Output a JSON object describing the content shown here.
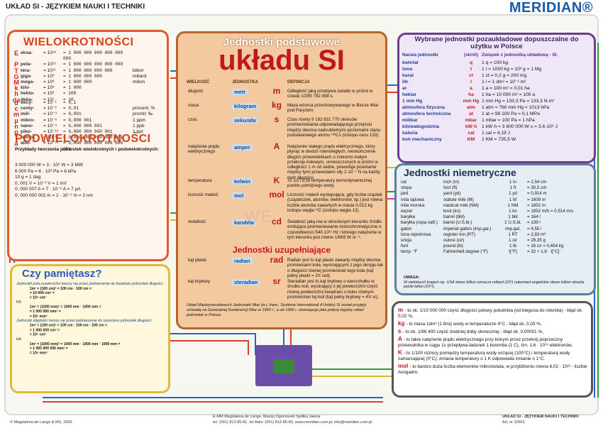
{
  "header": {
    "title": "UKŁAD SI - JĘZYKIEM NAUKI I TECHNIKI",
    "brand": "MERIDIAN®"
  },
  "multi": {
    "title": "WIELOKROTNOŚCI",
    "items": [
      {
        "l": "E",
        "name": "eksa-",
        "pow": "10¹⁸",
        "val": "1 000 000 000 000 000 000",
        "word": ""
      },
      {
        "l": "P",
        "name": "peta-",
        "pow": "10¹⁵",
        "val": "1 000 000 000 000 000",
        "word": ""
      },
      {
        "l": "T",
        "name": "tera-",
        "pow": "10¹²",
        "val": "1 000 000 000 000",
        "word": "bilion"
      },
      {
        "l": "G",
        "name": "giga-",
        "pow": "10⁹",
        "val": "1 000 000 000",
        "word": "miliard"
      },
      {
        "l": "M",
        "name": "mega-",
        "pow": "10⁶",
        "val": "1 000 000",
        "word": "milion"
      },
      {
        "l": "k",
        "name": "kilo-",
        "pow": "10³",
        "val": "1 000",
        "word": ""
      },
      {
        "l": "h",
        "name": "hekto-",
        "pow": "10²",
        "val": "100",
        "word": ""
      },
      {
        "l": "da",
        "name": "deka-",
        "pow": "10¹",
        "val": "10",
        "word": ""
      }
    ],
    "sub_items": [
      {
        "l": "d",
        "name": "decy-",
        "pow": "10⁻¹",
        "val": "0,1",
        "word": ""
      },
      {
        "l": "c",
        "name": "centy-",
        "pow": "10⁻²",
        "val": "0,01",
        "word": "procent; %"
      },
      {
        "l": "m",
        "name": "mili-",
        "pow": "10⁻³",
        "val": "0,001",
        "word": "promil; ‰"
      },
      {
        "l": "µ",
        "name": "mikro-",
        "pow": "10⁻⁶",
        "val": "0,000 001",
        "word": "1 ppm"
      },
      {
        "l": "n",
        "name": "nano-",
        "pow": "10⁻⁹",
        "val": "0,000 000 001",
        "word": "1 ppb"
      },
      {
        "l": "p",
        "name": "piko-",
        "pow": "10⁻¹²",
        "val": "0,000 000 000 001",
        "word": "1 ppt"
      },
      {
        "l": "f",
        "name": "femto-",
        "pow": "10⁻¹⁵",
        "val": "0,000 000 000 000 001",
        "word": ""
      },
      {
        "l": "a",
        "name": "atto-",
        "pow": "10⁻¹⁸",
        "val": "0,000 000 000 000 000 001",
        "word": ""
      }
    ],
    "sub_title": "PODWIELOKROTNOŚCI",
    "examples_title": "Przykłady tworzenia jednostek wielokrotnych i podwielokrotnych:",
    "examples": [
      "3 000 000 W = 3 · 10⁶ W = 3 MW",
      "6 000 Pa = 6 · 10³ Pa = 6 kPa",
      "10 g = 1 dag",
      "0, 001 V = 10⁻³ V = 1 mV",
      "0, 000 007 A = 7 · 10⁻⁶ A = 7 µA",
      "0, 000 000 002 m = 2 · 10⁻⁹ m = 2 nm"
    ]
  },
  "main": {
    "title_small": "Jednostki podstawowe",
    "title_big": "układu SI",
    "col_q": "WIELKOŚĆ",
    "col_u": "JEDNOSTKA",
    "col_d": "DEFINICJA",
    "rows": [
      {
        "q": "długość",
        "u": "metr",
        "s": "m",
        "d": "Odległość jaką przebywa światło w próżni w czasie 1/299 792 458 s."
      },
      {
        "q": "masa",
        "u": "kilogram",
        "s": "kg",
        "d": "Masa wzorca przechowywanego w Biurze Miar pod Paryżem."
      },
      {
        "q": "czas",
        "u": "sekunda",
        "s": "s",
        "d": "Czas równy 9 192 631 770 okresów promieniowania odpowiadającego przejściu między dwoma nadsubtelnymi poziomami stanu podstawowego atomu ¹³³Cs (izotopu cezu 133)."
      },
      {
        "q": "natężenie prądu elektrycznego",
        "u": "amper",
        "s": "A",
        "d": "Natężenie stałego prądu elektrycznego, który płynąc w dwóch równoległych, nieskończenie długich przewodnikach o znikomo małym przekroju kołowym, umieszczonych w próżni w odległości 1 m od siebie, powoduje powstanie między tymi przewodami siły 2·10⁻⁷ N na każdy metr długości."
      },
      {
        "q": "temperatura",
        "u": "kelwin",
        "s": "K",
        "d": "To 1/273,16 temperatury termodynamicznej punktu potrójnego wody."
      },
      {
        "q": "liczność materii",
        "u": "mol",
        "s": "mol",
        "d": "Liczność materii występująca, gdy liczba cząstek (cząsteczek, atomów, elektronów, itp.) jest równa liczbie atomów zawartych w masie 0,012 kg izotopu węgla ¹²C (izotopu węgla 12)."
      },
      {
        "q": "światłość",
        "u": "kandela",
        "s": "cd",
        "d": "Światłość jaką ma w określonym kierunku źródło emitujące promieniowanie monochromatyczne o częstotliwości 540·10¹² Hz i którego natężenie w tym kierunku jest równe 1/683 W·sr⁻¹."
      }
    ],
    "supp_title": "Jednostki uzupełniające",
    "supp_rows": [
      {
        "q": "kąt płaski",
        "u": "radian",
        "s": "rad",
        "d": "Radian jest to kąt płaski zawarty między dwoma promieniami koła, wycinającymi z jego okręgu łuk o długości równej promieniowi tego koła (kąt pełny płaski = 2π rad)."
      },
      {
        "q": "kąt bryłowy",
        "u": "steradian",
        "s": "sr",
        "d": "Steradian jest to kąt bryłowy o wierzchołku w środku kuli, wycinający z jej powierzchni część równą powierzchni kwadratu o boku równym promieniowi tej kuli (kąt pełny bryłowy = 4π sr)."
      }
    ],
    "note": "Układ Międzynarodowych Jednostek Miar (w j. franc. Système International d'Unités) SI został przyjęty uchwałą na Generalnej Konferencji Miar w 1960 r., a od 1966 r. obowiązuje jako jedyny legalny układ jednostek w Polsce."
  },
  "nonsi": {
    "title": "Wybrane jednostki pozaukładowe dopuszczalne do użytku w Polsce",
    "col_a": "Nazwa jednostki",
    "col_b": "(skrót)",
    "col_c": "Związek z jednostką układową - SI.",
    "rows": [
      {
        "a": "kwintal",
        "b": "q",
        "c": "1 q = 100 kg"
      },
      {
        "a": "tona",
        "b": "t",
        "c": "1 t = 1000 kg = 10³ g = 1 Mg"
      },
      {
        "a": "karat",
        "b": "ct",
        "c": "1 ct = 0,2 g = 200 mg"
      },
      {
        "a": "litr",
        "b": "l",
        "c": "1 l = 1 dm³ = 10⁻³ m³"
      },
      {
        "a": "ar",
        "b": "a",
        "c": "1 a = 100 m² = 0,01 ha"
      },
      {
        "a": "hektar",
        "b": "ha",
        "c": "1 ha = 10 000 m² = 100 a"
      },
      {
        "a": "1 mm Hg",
        "b": "mm Hg",
        "c": "1 mm Hg = 133,3 Pa = 133,3 N·m²"
      },
      {
        "a": "atmosfera fizyczna",
        "b": "atm",
        "c": "1 atm = 760 mm Hg = 1013 hPa"
      },
      {
        "a": "atmosfera techniczna",
        "b": "at",
        "c": "1 at = 98 100 Pa = 0,1 MPa"
      },
      {
        "a": "milibar",
        "b": "mbar",
        "c": "1 mbar = 100 Pa = 1 hPa"
      },
      {
        "a": "kilowatogodzina",
        "b": "kW·h",
        "c": "1 kW·h = 3 600 000 W·s = 3,6·10⁶ J"
      },
      {
        "a": "kaloria",
        "b": "cal",
        "c": "1 cal = 4,19 J"
      },
      {
        "a": "koń mechaniczny",
        "b": "KM",
        "c": "1 KM = 735,5 W"
      }
    ]
  },
  "imperial": {
    "title": "Jednostki niemetryczne",
    "rows": [
      {
        "a": "cal",
        "b": "inch (in)",
        "c": "1 in",
        "d": "= 2,54 cm"
      },
      {
        "a": "stopa",
        "b": "foot (ft)",
        "c": "1 ft",
        "d": "= 30,5 cm"
      },
      {
        "a": "jard",
        "b": "yard (yd)",
        "c": "1 yd",
        "d": "= 0,914 m"
      },
      {
        "a": "mila lądowa",
        "b": "statute mile (M)",
        "c": "1 M",
        "d": "= 1609 m"
      },
      {
        "a": "mila morska",
        "b": "nautical mile (NM)",
        "c": "1 NM",
        "d": "= 1852 m"
      },
      {
        "a": "węzeł",
        "b": "knot (kn)",
        "c": "1 kn",
        "d": "= 1852 m/h = 0,514 m/s"
      },
      {
        "a": "baryłka",
        "b": "barrel (bbl)",
        "c": "1 bbl",
        "d": "= 164 l"
      },
      {
        "a": "baryłka (ropa naft.)",
        "b": "barrel (U.S.bl.)",
        "c": "1 U.S.bl.",
        "d": "= 139 l"
      },
      {
        "a": "galon",
        "b": "imperial gallon (imp.gal.)",
        "c": "imp.gal.",
        "d": "= 4,55 l"
      },
      {
        "a": "tona rejestrowa",
        "b": "register ton (RT)",
        "c": "1 RT",
        "d": "= 2,83 m³"
      },
      {
        "a": "uncja",
        "b": "ounce (oz)",
        "c": "1 oz",
        "d": "= 28,35 g"
      },
      {
        "a": "funt",
        "b": "pound (lb)",
        "c": "1 lb",
        "d": "= 16 oz = 0,454 kg"
      },
      {
        "a": "temp. °F",
        "b": "Fahrenheit degree (°F)",
        "c": "t[°F]",
        "d": "= 32 + 1,8 · t[°C]"
      }
    ],
    "note_title": "UWAGA:",
    "note": "W niektórych krajach np. USA słowo billion oznacza miliard (10⁹) natomiast angielskie słowo trillion określa polski bilion (10¹²)."
  },
  "remember": {
    "title": "Czy pamiętasz?",
    "t1": "Jednostki pola powierzchni tworzy się przez podniesienie do kwadratu jednostek długości:",
    "e1": [
      "1m² = (100 cm)² = 100 cm · 100 cm =",
      "= 10 000 cm² =",
      "= 10⁴ cm²"
    ],
    "lub1": "lub",
    "e2": [
      "1m² = (1000 mm)² = 1000 mm · 1000 mm =",
      "= 1 000 000 mm² =",
      "= 10⁶ mm²"
    ],
    "t2": "Jednostki objętości tworzy się przez podniesienie do sześcianu jednostek długości:",
    "e3": [
      "1m³ = (100 cm)³ = 100 cm · 100 cm · 100 cm =",
      "= 1 000 000 cm³ =",
      "= 10⁶ cm³"
    ],
    "lub2": "lub",
    "e4": [
      "1m³ = (1000 mm)³ = 1000 mm · 1000 mm · 1000 mm =",
      "= 1 000 000 000 mm³ =",
      "= 10⁹ mm³"
    ]
  },
  "defs": [
    {
      "k": "m",
      "t": "- to ok. 1/10 000 000 część długości połowy południka (od bieguna do równika) - błąd ok. 0,02 %,"
    },
    {
      "k": "kg",
      "t": "- to masa 1dm³ (1 litra) wody w temperaturze 4°C - błąd ok. 0,03 %,"
    },
    {
      "k": "s",
      "t": "- to ok. 1/86 400 część średniej doby słonecznej - błąd ok. 0,00001 %,"
    },
    {
      "k": "A",
      "t": "- to takie natężenie prądu elektrycznego przy którym przez przekrój poprzeczny przewodnika w ciągu 1s przepływa ładunek 1 kulomba (1 C), tzn. 1,6 · 10¹⁹ elektronów,"
    },
    {
      "k": "K",
      "t": "- to 1/100 różnicy pomiędzy temperaturą wody wrzącej (100°C) i temperaturą wody zamarzającej (0°C); zmiana temperatury o 1 K odpowiada zmianie o 1°C."
    },
    {
      "k": "mol",
      "t": "- to bardzo duża liczba elementów mikroświata, w przybliżeniu równa 6,02 · 10²³ - liczbie Avogadro."
    }
  ],
  "footer": {
    "left": "© Magdalena de Lange & MS, 2006",
    "center1": "E-MM Magdalena de Lange, Maciej Ogiorowski Spółka Jawna",
    "center2": "tel. (091) 812-85-81, tel./faks: (091) 812-85-83, www.meridian.com.pl, info@meridian.com.pl",
    "right1": "UKŁAD SI - JĘZYKIEM NAUKI I TECHNIKI",
    "right2": "Art. nr 32601"
  },
  "colors": {
    "accent_red": "#d6431b",
    "accent_blue": "#1a5aa8",
    "main_panel": "#f3c9a0"
  }
}
